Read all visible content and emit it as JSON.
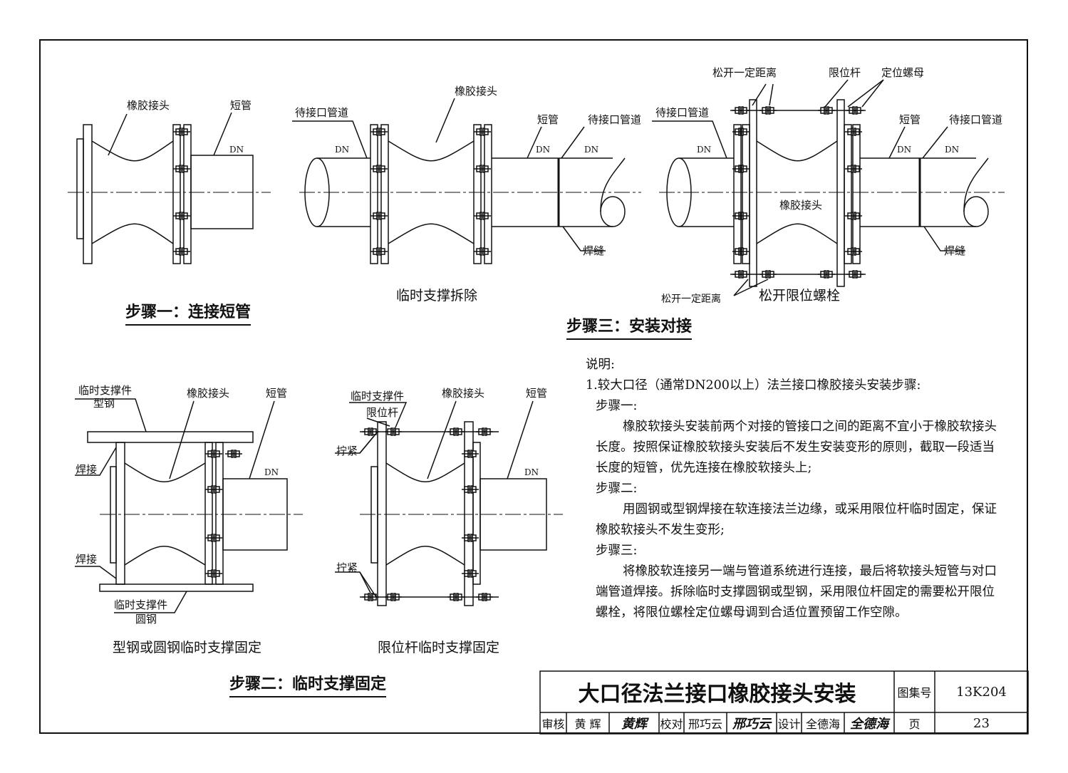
{
  "labels": {
    "rubber_joint": "橡胶接头",
    "short_pipe": "短管",
    "dn": "DN",
    "pipe_to_join": "待接口管道",
    "weld_seam": "焊缝",
    "loosen_distance": "松开一定距离",
    "limit_rod": "限位杆",
    "lock_nut": "定位螺母",
    "temp_support": "临时支撑件",
    "section_steel": "型钢",
    "round_steel": "圆钢",
    "weld": "焊接",
    "tighten": "拧紧"
  },
  "captions": {
    "remove_support": "临时支撑拆除",
    "loosen_bolts": "松开限位螺栓",
    "steel_support": "型钢或圆钢临时支撑固定",
    "rod_support": "限位杆临时支撑固定"
  },
  "steps": {
    "step1": "步骤一：连接短管",
    "step2": "步骤二：临时支撑固定",
    "step3": "步骤三：安装对接"
  },
  "notes": {
    "heading": "说明:",
    "item1": "1.较大口径（通常DN200以上）法兰接口橡胶接头安装步骤:",
    "s1_title": "步骤一:",
    "s1_text": "橡胶软接头安装前两个对接的管接口之间的距离不宜小于橡胶软接头长度。按照保证橡胶软接头安装后不发生安装变形的原则，截取一段适当长度的短管，优先连接在橡胶软接头上;",
    "s2_title": "步骤二:",
    "s2_text": "用圆钢或型钢焊接在软连接法兰边缘，或采用限位杆临时固定，保证橡胶软接头不发生变形;",
    "s3_title": "步骤三:",
    "s3_text": "将橡胶软连接另一端与管道系统进行连接，最后将软接头短管与对口端管道焊接。拆除临时支撑圆钢或型钢，采用限位杆固定的需要松开限位螺栓，将限位螺栓定位螺母调到合适位置预留工作空隙。"
  },
  "title_block": {
    "title": "大口径法兰接口橡胶接头安装",
    "atlas_label": "图集号",
    "atlas_no": "13K204",
    "review_label": "审核",
    "reviewer": "黄 辉",
    "reviewer_sig": "黄辉",
    "check_label": "校对",
    "checker": "邢巧云",
    "checker_sig": "邢巧云",
    "design_label": "设计",
    "designer": "全德海",
    "designer_sig": "全德海",
    "page_label": "页",
    "page_no": "23"
  }
}
